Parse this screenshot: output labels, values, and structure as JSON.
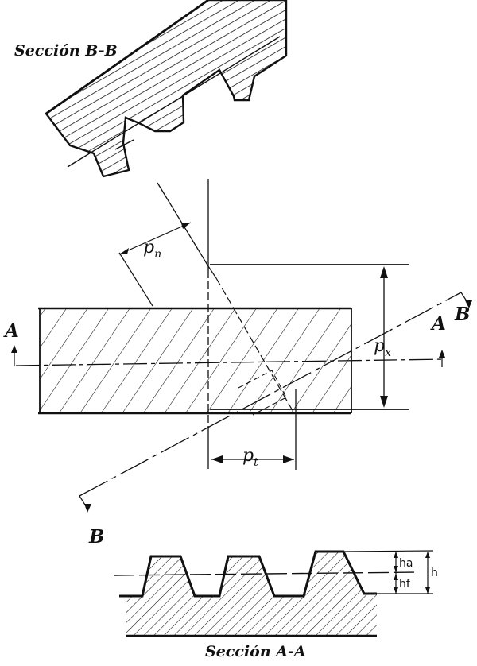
{
  "labels": {
    "section_bb_title": "Sección B-B",
    "section_aa_title": "Sección A-A",
    "a_left": "A",
    "a_right": "A",
    "b_top": "B",
    "b_bottom": "B",
    "pn": {
      "base": "p",
      "sub": "n"
    },
    "px": {
      "base": "p",
      "sub": "x"
    },
    "pt": {
      "base": "p",
      "sub": "t"
    },
    "ha": "ha",
    "hf": "hf",
    "h": "h"
  },
  "colors": {
    "ink": "#111111",
    "paper": "#ffffff"
  }
}
